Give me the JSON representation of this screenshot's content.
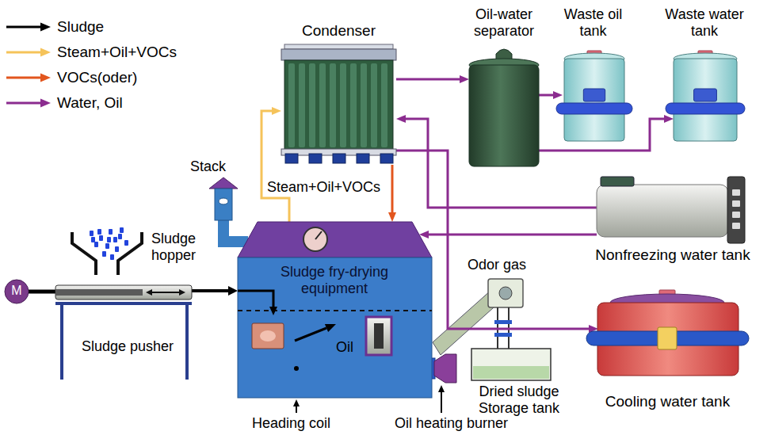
{
  "diagram": {
    "nodes": [
      {
        "text": [
          "Condenser"
        ]
      },
      {
        "text": [
          "Oil-water separator"
        ]
      },
      {
        "text": [
          "Waste oil tank"
        ]
      },
      {
        "text": [
          "Waste water tank"
        ]
      },
      {
        "text": [
          "Stack"
        ]
      },
      {
        "text": [
          "Nonfreezing water tank"
        ]
      },
      {
        "text": [
          "Sludge hopper"
        ]
      },
      {
        "text": [
          "M"
        ]
      },
      {
        "text": [
          "Sludge pusher"
        ]
      },
      {
        "text": [
          "Sludge fry-drying equipment",
          "Oil"
        ]
      },
      {
        "text": [
          "Dried sludge Storage tank"
        ]
      },
      {
        "text": [
          "Cooling water tank"
        ]
      }
    ],
    "edges": [
      {
        "from": 9,
        "to": 0,
        "arrow": "to",
        "label": "Steam+Oil+VOCs"
      },
      {
        "from": 0,
        "to": 1,
        "arrow": "to"
      },
      {
        "from": 1,
        "to": 2,
        "arrow": "to"
      },
      {
        "from": 1,
        "to": 3,
        "arrow": "to"
      },
      {
        "from": 0,
        "to": 9,
        "arrow": "to"
      },
      {
        "from": 5,
        "to": 0,
        "arrow": "to"
      },
      {
        "from": 5,
        "to": 9,
        "arrow": "to"
      },
      {
        "from": 0,
        "to": 11,
        "arrow": "to"
      },
      {
        "from": 4,
        "to": 9,
        "arrow": "none"
      },
      {
        "from": 8,
        "to": 9,
        "arrow": "to"
      },
      {
        "from": 7,
        "to": 8,
        "arrow": "none"
      }
    ],
    "labels": [
      "Odor gas",
      "Heading coil",
      "Oil heating burner"
    ],
    "legend": [
      {
        "text": "Sludge"
      },
      {
        "text": "Steam+Oil+VOCs"
      },
      {
        "text": "VOCs(oder)"
      },
      {
        "text": "Water, Oil"
      }
    ]
  }
}
